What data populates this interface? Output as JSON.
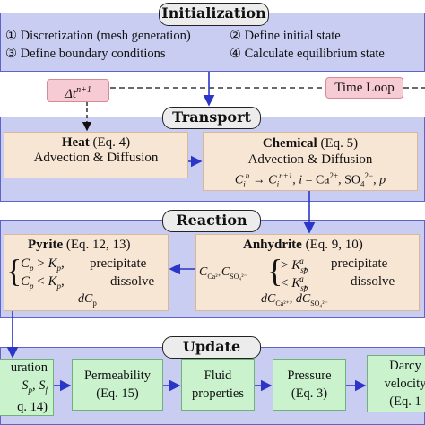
{
  "init": {
    "title": "Initialization",
    "line1_left": "① Discretization (mesh generation)",
    "line1_right": "② Define initial state",
    "line2_left": "③ Define boundary conditions",
    "line2_right": "④ Calculate equilibrium state"
  },
  "loop": {
    "dt_label": "Δt",
    "dt_sup": "n+1",
    "time_loop": "Time Loop"
  },
  "transport": {
    "title": "Transport",
    "heat_title": "Heat",
    "heat_eq": " (Eq. 4)",
    "heat_body": "Advection & Diffusion",
    "chem_title": "Chemical",
    "chem_eq": " (Eq. 5)",
    "chem_body": "Advection & Diffusion",
    "chem_formula": "C_i^n → C_i^{n+1}, i = Ca²⁺, SO₄²⁻, p"
  },
  "reaction": {
    "title": "Reaction",
    "pyrite_title": "Pyrite",
    "pyrite_eq": " (Eq. 12, 13)",
    "pyrite_line1_cond": "C_p > K_p,",
    "pyrite_line1_act": "precipitate",
    "pyrite_line2_cond": "C_p < K_p,",
    "pyrite_line2_act": "dissolve",
    "pyrite_delta": "dC_p",
    "anhydrite_title": "Anhydrite",
    "anhydrite_eq": " (Eq. 9, 10)",
    "anhydrite_line1_cond": "> K_sp^a,",
    "anhydrite_line1_act": "precipitate",
    "anhydrite_line2_cond": "< K_sp^a,",
    "anhydrite_line2_act": "dissolve",
    "anhydrite_delta": "dC_Ca²⁺, dC_SO₄²⁻"
  },
  "update": {
    "title": "Update",
    "saturation": [
      "uration",
      "S_p, S_f",
      "q. 14)"
    ],
    "permeability": [
      "Permeability",
      "(Eq. 15)"
    ],
    "fluid": [
      "Fluid",
      "properties"
    ],
    "pressure": [
      "Pressure",
      "(Eq. 3)"
    ],
    "darcy": [
      "Darcy",
      "velocity (Eq. 1"
    ]
  },
  "colors": {
    "panel": "#c9cdf2",
    "panel_border": "#5e63c8",
    "box": "#f8e6d5",
    "green": "#c9f2cd",
    "pill": "#f7cbd4",
    "arrow": "#2b35c8"
  }
}
